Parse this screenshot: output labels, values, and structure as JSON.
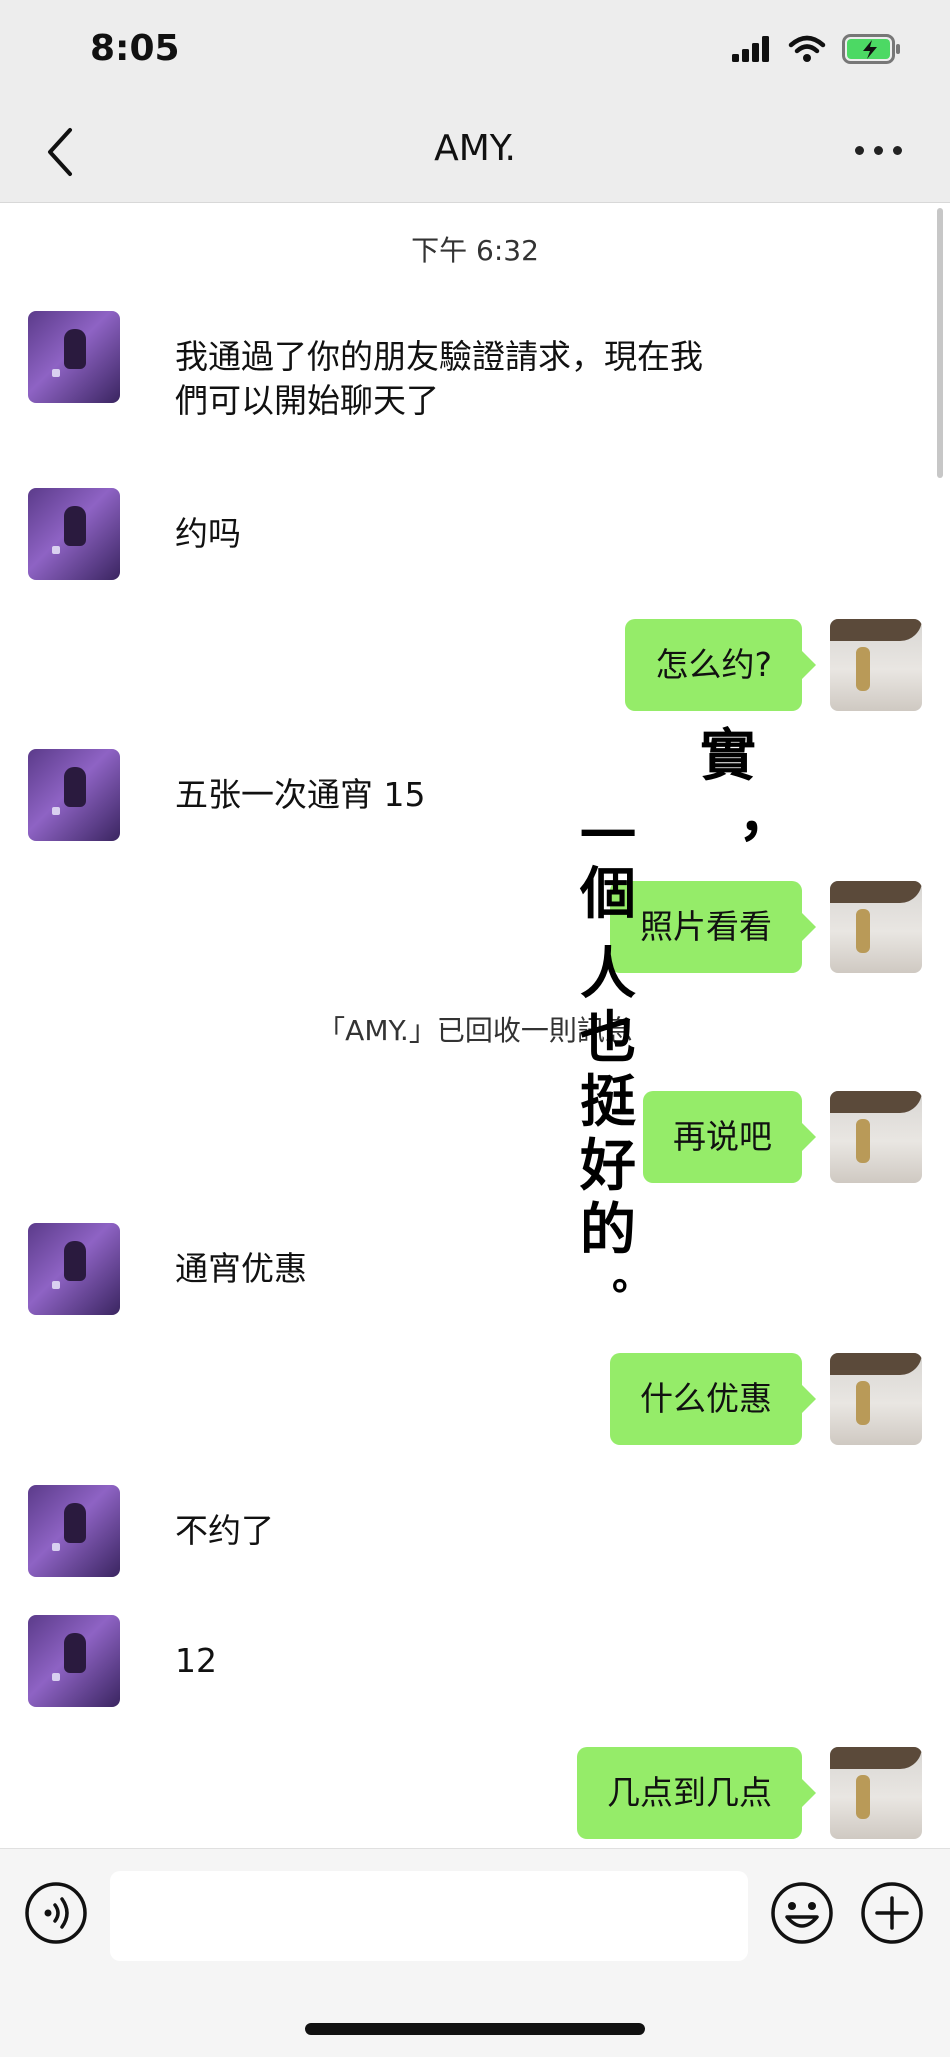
{
  "status_bar": {
    "time": "8:05"
  },
  "header": {
    "title": "AMY."
  },
  "chat": {
    "timestamp": "下午 6:32",
    "recall_notice": "「AMY.」已回收一則訊息",
    "messages": [
      {
        "side": "left",
        "lines": [
          "我通過了你的朋友驗證請求，現在我",
          "們可以開始聊天了"
        ]
      },
      {
        "side": "left",
        "text": "约吗"
      },
      {
        "side": "right",
        "text": "怎么约?"
      },
      {
        "side": "left",
        "text": "五张一次通宵 15"
      },
      {
        "side": "right",
        "text": "照片看看"
      },
      {
        "side": "right",
        "text": "再说吧"
      },
      {
        "side": "left",
        "text": "通宵优惠"
      },
      {
        "side": "right",
        "text": "什么优惠"
      },
      {
        "side": "left",
        "text": "不约了"
      },
      {
        "side": "left",
        "text": "12"
      },
      {
        "side": "right",
        "text": "几点到几点"
      }
    ]
  },
  "overlay_text": {
    "col1": [
      "一",
      "個",
      "人",
      "也",
      "挺",
      "好",
      "的"
    ],
    "col2": [
      "實",
      "，"
    ],
    "period": "。"
  },
  "colors": {
    "bubble_green": "#95ec69",
    "header_bg": "#ededed"
  }
}
